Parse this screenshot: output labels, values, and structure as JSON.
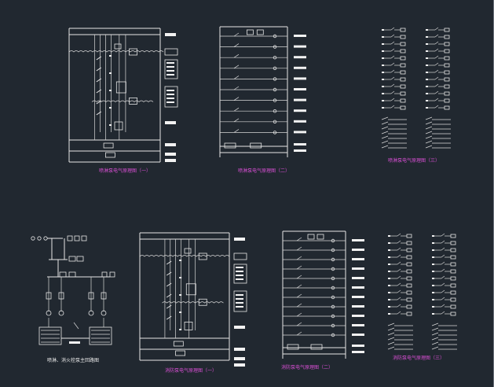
{
  "titles": {
    "d1": "喷淋泵电气原理图（一）",
    "d2": "喷淋泵电气原理图（二）",
    "d3": "喷淋泵电气原理图（三）",
    "d4": "喷淋、消火栓泵主回路图",
    "d5": "消防泵电气原理图（一）",
    "d6": "消防泵电气原理图（二）",
    "d7": "消防泵电气原理图（三）"
  },
  "colors": {
    "background": "#212830",
    "lines": "#e6e6e6",
    "label_magenta": "#d94fd4"
  }
}
